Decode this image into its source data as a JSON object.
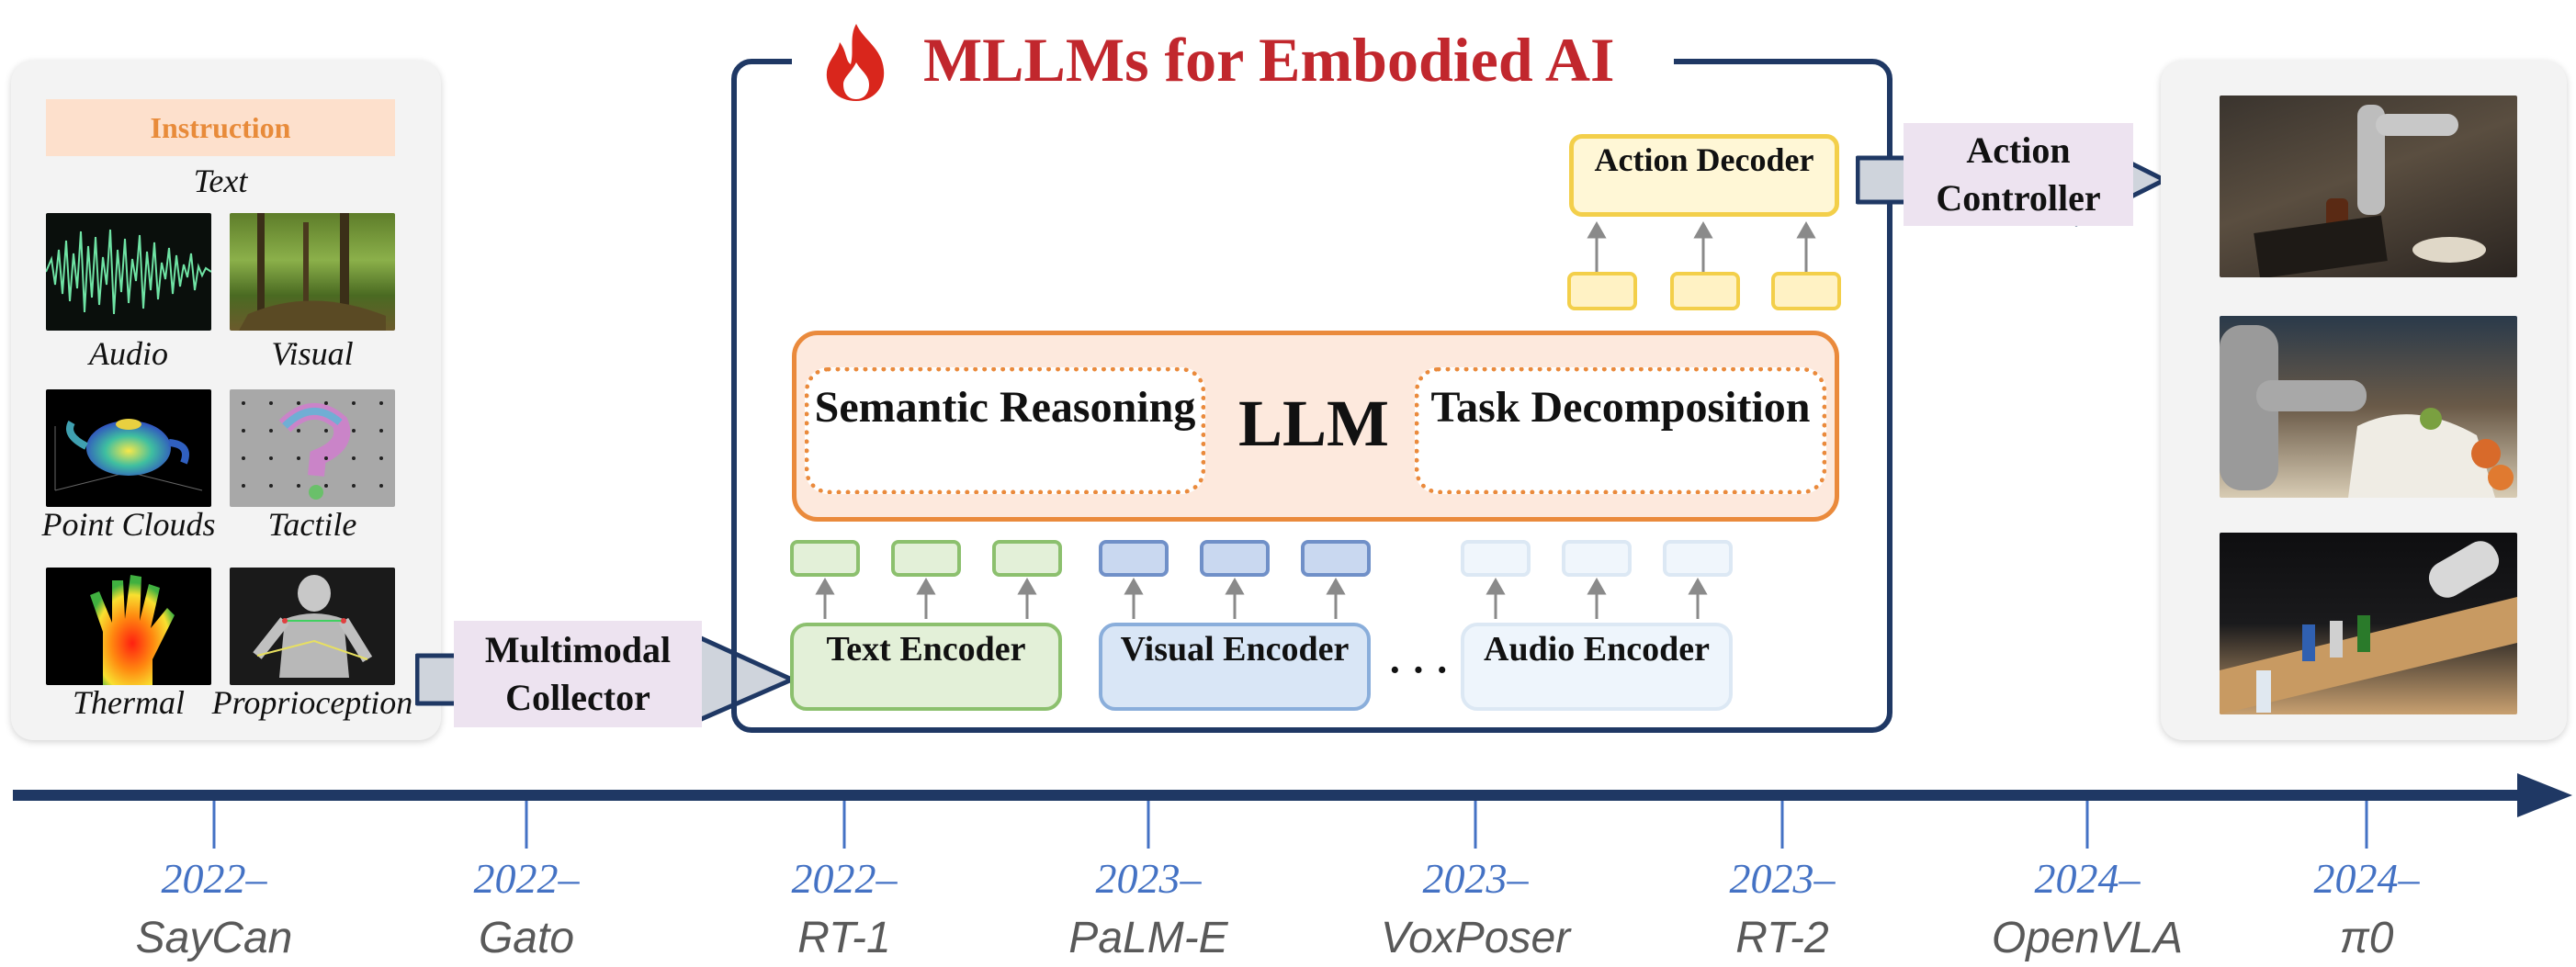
{
  "title": "MLLMs for Embodied AI",
  "inputs": {
    "instruction_label": "Instruction",
    "text_label": "Text",
    "modalities": [
      "Audio",
      "Visual",
      "Point Clouds",
      "Tactile",
      "Thermal",
      "Proprioception"
    ]
  },
  "multimodal_collector": "Multimodal Collector",
  "encoders": {
    "text": "Text Encoder",
    "visual": "Visual Encoder",
    "ellipsis": "· · ·",
    "audio": "Audio Encoder"
  },
  "llm": {
    "label": "LLM",
    "left": "Semantic Reasoning",
    "right": "Task Decomposition"
  },
  "action_decoder": "Action Decoder",
  "action_controller": "Action Controller",
  "timeline": [
    {
      "year": "2022–",
      "model": "SayCan"
    },
    {
      "year": "2022–",
      "model": "Gato"
    },
    {
      "year": "2022–",
      "model": "RT-1"
    },
    {
      "year": "2023–",
      "model": "PaLM-E"
    },
    {
      "year": "2023–",
      "model": "VoxPoser"
    },
    {
      "year": "2023–",
      "model": "RT-2"
    },
    {
      "year": "2024–",
      "model": "OpenVLA"
    },
    {
      "year": "2024–",
      "model": "π0"
    }
  ],
  "colors": {
    "navy": "#1f3864",
    "title_red": "#c1272d",
    "llm_orange": "#ea8a3c",
    "text_green": "#8cc06e",
    "visual_blue": "#8aaedb",
    "decoder_yellow": "#f3cf4a",
    "year_blue": "#4472c4"
  },
  "icons": [
    "fire-icon",
    "arrow-right-icon",
    "arrow-up-icon",
    "timeline-arrow-icon"
  ]
}
